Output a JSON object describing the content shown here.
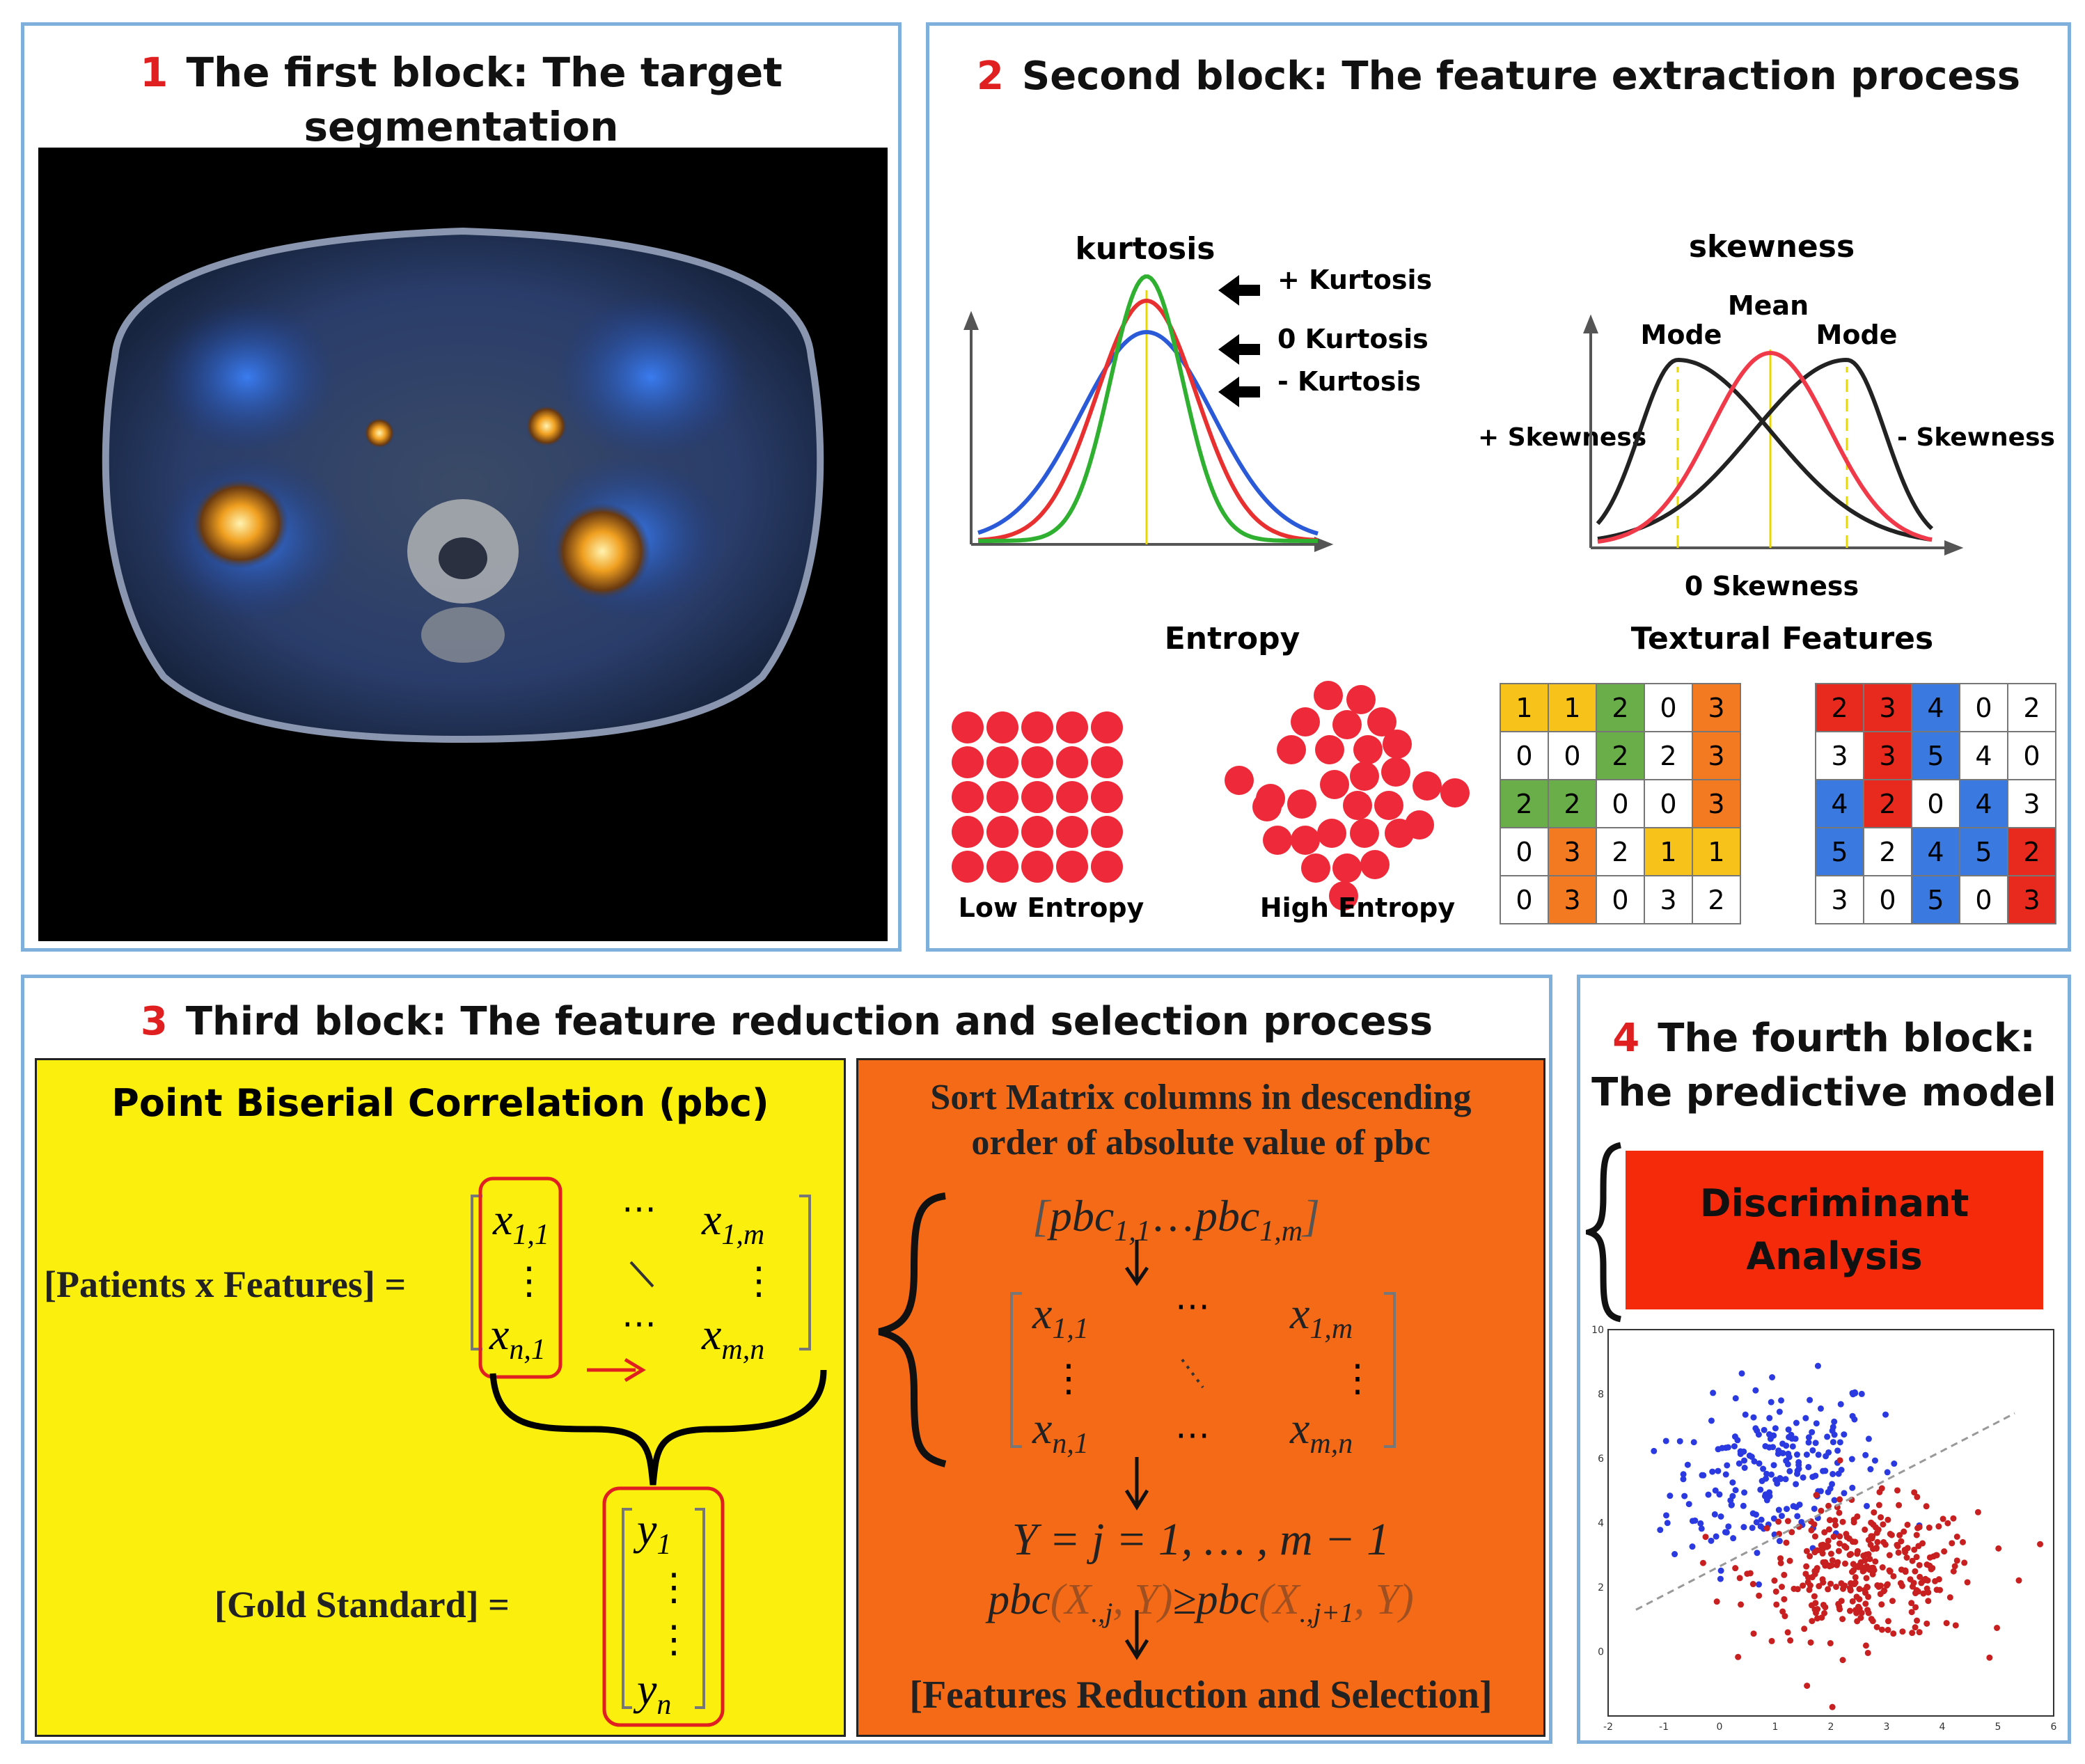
{
  "block1": {
    "number": "1",
    "title_line1": "The first block: The target segmentation",
    "title_line2": "process"
  },
  "block2": {
    "number": "2",
    "title": "Second block: The feature extraction process",
    "kurtosis": {
      "title": "kurtosis",
      "labels": [
        "+ Kurtosis",
        "0 Kurtosis",
        "- Kurtosis"
      ]
    },
    "skewness": {
      "title": "skewness",
      "mean": "Mean",
      "mode_left": "Mode",
      "mode_right": "Mode",
      "pos": "+ Skewness",
      "neg": "- Skewness",
      "zero": "0 Skewness"
    },
    "entropy": {
      "title": "Entropy",
      "low": "Low Entropy",
      "high": "High Entropy"
    },
    "textural": {
      "title": "Textural Features",
      "grid1": [
        [
          "1",
          "1",
          "2",
          "0",
          "3"
        ],
        [
          "0",
          "0",
          "2",
          "2",
          "3"
        ],
        [
          "2",
          "2",
          "0",
          "0",
          "3"
        ],
        [
          "0",
          "3",
          "2",
          "1",
          "1"
        ],
        [
          "0",
          "3",
          "0",
          "3",
          "2"
        ]
      ],
      "grid1_colors": [
        [
          "y",
          "y",
          "g",
          "w",
          "o"
        ],
        [
          "w",
          "w",
          "g",
          "w",
          "o"
        ],
        [
          "g",
          "g",
          "w",
          "w",
          "o"
        ],
        [
          "w",
          "o",
          "w",
          "y",
          "y"
        ],
        [
          "w",
          "o",
          "w",
          "w",
          "w"
        ]
      ],
      "grid2": [
        [
          "2",
          "3",
          "4",
          "0",
          "2"
        ],
        [
          "3",
          "3",
          "5",
          "4",
          "0"
        ],
        [
          "4",
          "2",
          "0",
          "4",
          "3"
        ],
        [
          "5",
          "2",
          "4",
          "5",
          "2"
        ],
        [
          "3",
          "0",
          "5",
          "0",
          "3"
        ]
      ],
      "grid2_colors": [
        [
          "r",
          "r",
          "b",
          "w",
          "w"
        ],
        [
          "w",
          "r",
          "b",
          "w",
          "w"
        ],
        [
          "b",
          "r",
          "w",
          "b",
          "w"
        ],
        [
          "b",
          "w",
          "b",
          "b",
          "r"
        ],
        [
          "w",
          "w",
          "b",
          "w",
          "r"
        ]
      ]
    }
  },
  "block3": {
    "number": "3",
    "title": "Third block: The feature reduction and selection process",
    "pbc_title": "Point Biserial Correlation (pbc)",
    "patients_label": "[Patients x Features] =",
    "gold_label": "[Gold Standard] =",
    "matrix": {
      "x11": "x",
      "x11_sub": "1,1",
      "x1m": "x",
      "x1m_sub": "1,m",
      "xn1": "x",
      "xn1_sub": "n,1",
      "xmn": "x",
      "xmn_sub": "m,n",
      "cdots": "⋯",
      "vdots": "⋮"
    },
    "vector": {
      "y1": "y",
      "y1_sub": "1",
      "yn": "y",
      "yn_sub": "n"
    },
    "sort_title_line1": "Sort Matrix columns in descending",
    "sort_title_line2": "order of absolute value of pbc",
    "pbc_row": {
      "p1": "pbc",
      "p1_sub": "1,1",
      "dots": "…",
      "pm": "pbc",
      "pm_sub": "1,m"
    },
    "y_eq": "Y = j = 1, … , m − 1",
    "ineq": {
      "a": "pbc",
      "b": "(X",
      "c": ".,j",
      "d": ", Y)",
      "ge": "≥",
      "e": "pbc",
      "f": "(X",
      "g": ".,j+1",
      "h": ", Y)"
    },
    "result": "[Features Reduction and Selection]"
  },
  "block4": {
    "number": "4",
    "title_line1": "The fourth block:",
    "title_line2": "The predictive model",
    "box_line1": "Discriminant",
    "box_line2": "Analysis",
    "scatter": {
      "xticks": [
        "-2",
        "-1",
        "0",
        "1",
        "2",
        "3",
        "4",
        "5",
        "6"
      ],
      "yticks": [
        "10",
        "8",
        "6",
        "4",
        "2",
        "0"
      ],
      "xlim": [
        -2,
        6
      ],
      "ylim": [
        -2,
        10
      ]
    }
  },
  "colors": {
    "border": "#7fb0dc",
    "red": "#e02020",
    "yellow": "#fbf00d",
    "orange": "#f46a17",
    "discriminant": "#f52a0a"
  }
}
